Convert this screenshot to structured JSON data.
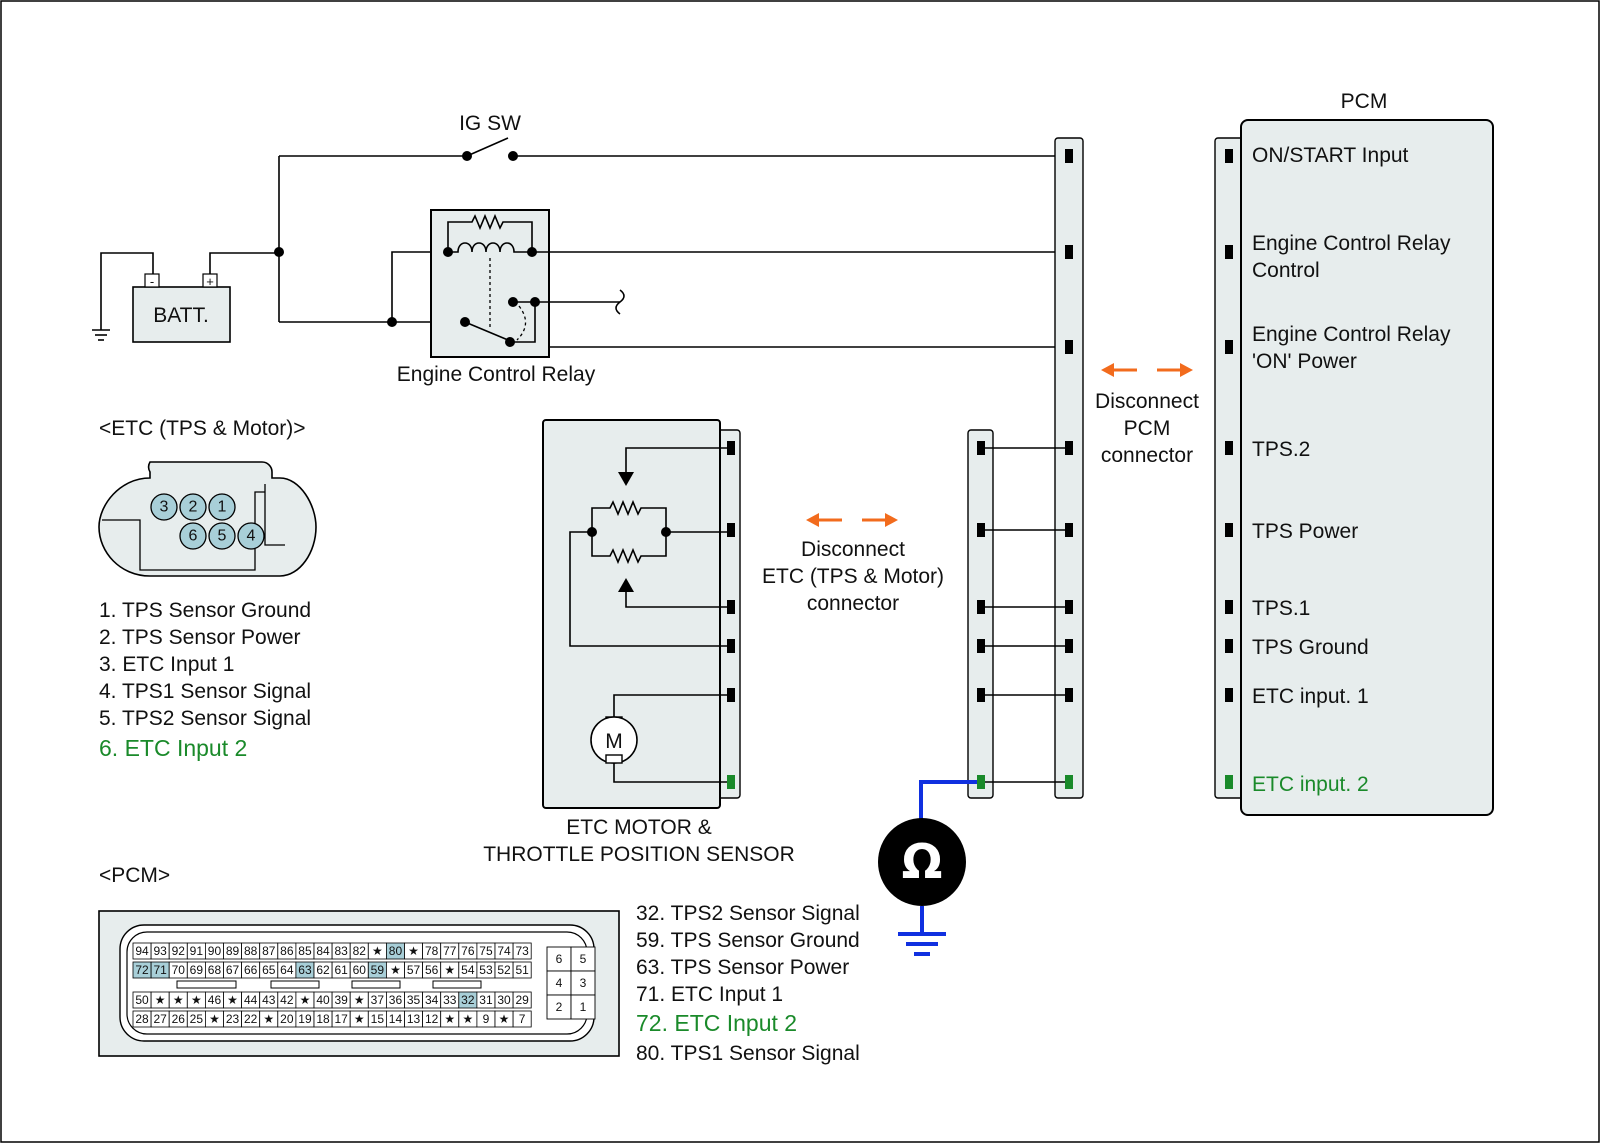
{
  "colors": {
    "highlight_green": "#1a8a2a",
    "arrow_orange": "#f26b1d",
    "meter_blue": "#1030e0",
    "box_fill": "#e7eded",
    "pin_highlight": "#a8cfd8"
  },
  "top_circuit": {
    "ig_sw": "IG SW",
    "battery": "BATT.",
    "battery_minus": "-",
    "battery_plus": "+",
    "relay_label": "Engine Control Relay",
    "pcm_title": "PCM"
  },
  "pcm_terminals": [
    {
      "text": "ON/START Input"
    },
    {
      "line1": "Engine Control Relay",
      "line2": "Control"
    },
    {
      "line1": "Engine Control Relay",
      "line2": "'ON' Power"
    },
    {
      "text": "TPS.2"
    },
    {
      "text": "TPS Power"
    },
    {
      "text": "TPS.1"
    },
    {
      "text": "TPS Ground"
    },
    {
      "text": "ETC input. 1"
    },
    {
      "text": "ETC input. 2"
    }
  ],
  "disconnect_pcm": {
    "line1": "Disconnect",
    "line2": "PCM",
    "line3": "connector"
  },
  "disconnect_etc": {
    "line1": "Disconnect",
    "line2": "ETC (TPS & Motor)",
    "line3": "connector"
  },
  "etc_connector": {
    "title": "<ETC (TPS & Motor)>",
    "top_pins": [
      "3",
      "2",
      "1"
    ],
    "bottom_pins": [
      "6",
      "5",
      "4"
    ],
    "legend": [
      "1. TPS Sensor Ground",
      "2. TPS Sensor Power",
      "3. ETC Input 1",
      "4. TPS1 Sensor Signal",
      "5. TPS2 Sensor Signal",
      "6. ETC Input 2"
    ]
  },
  "etc_module": {
    "motor_symbol": "M",
    "line1": "ETC MOTOR &",
    "line2": "THROTTLE POSITION SENSOR"
  },
  "meter": {
    "symbol": "Ω"
  },
  "pcm_connector": {
    "title": "<PCM>",
    "row1": [
      "94",
      "93",
      "92",
      "91",
      "90",
      "89",
      "88",
      "87",
      "86",
      "85",
      "84",
      "83",
      "82",
      "★",
      "80",
      "★",
      "78",
      "77",
      "76",
      "75",
      "74",
      "73"
    ],
    "row2": [
      "72",
      "71",
      "70",
      "69",
      "68",
      "67",
      "66",
      "65",
      "64",
      "63",
      "62",
      "61",
      "60",
      "59",
      "★",
      "57",
      "56",
      "★",
      "54",
      "53",
      "52",
      "51"
    ],
    "row3": [
      "50",
      "★",
      "★",
      "★",
      "46",
      "★",
      "44",
      "43",
      "42",
      "★",
      "40",
      "39",
      "★",
      "37",
      "36",
      "35",
      "34",
      "33",
      "32",
      "31",
      "30",
      "29"
    ],
    "row4": [
      "28",
      "27",
      "26",
      "25",
      "★",
      "23",
      "22",
      "★",
      "20",
      "19",
      "18",
      "17",
      "★",
      "15",
      "14",
      "13",
      "12",
      "★",
      "★",
      "9",
      "★",
      "7"
    ],
    "small_grid": [
      "6",
      "5",
      "4",
      "3",
      "2",
      "1"
    ],
    "legend": [
      "32. TPS2 Sensor Signal",
      "59. TPS Sensor Ground",
      "63. TPS Sensor Power",
      "71. ETC Input 1",
      "72. ETC Input 2",
      "80. TPS1 Sensor Signal"
    ]
  }
}
